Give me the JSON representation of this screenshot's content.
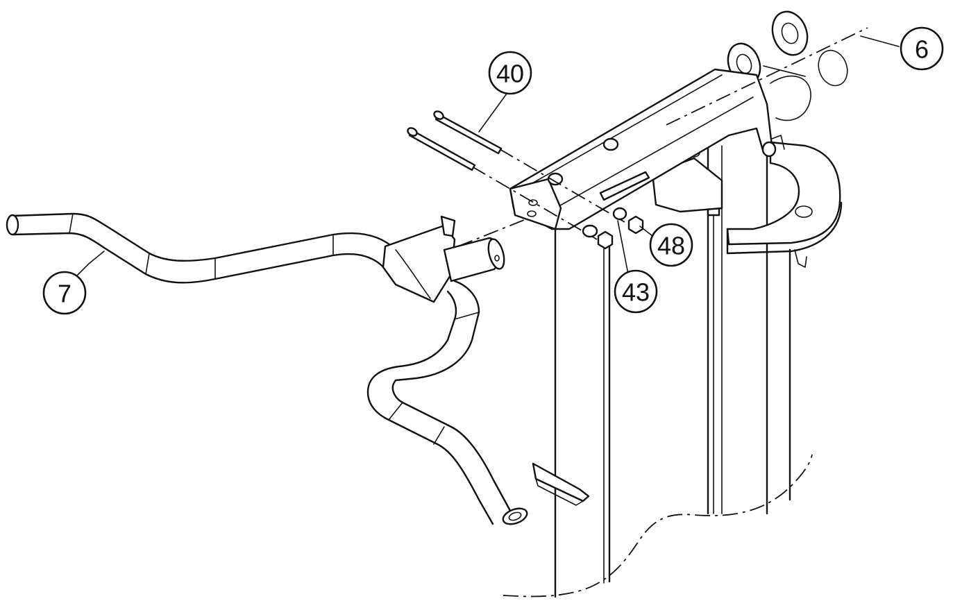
{
  "callouts": [
    {
      "id": "part-6",
      "label": "6"
    },
    {
      "id": "part-40",
      "label": "40"
    },
    {
      "id": "part-7",
      "label": "7"
    },
    {
      "id": "part-48",
      "label": "48"
    },
    {
      "id": "part-43",
      "label": "43"
    }
  ],
  "colors": {
    "line": "#111111",
    "background": "#ffffff"
  }
}
